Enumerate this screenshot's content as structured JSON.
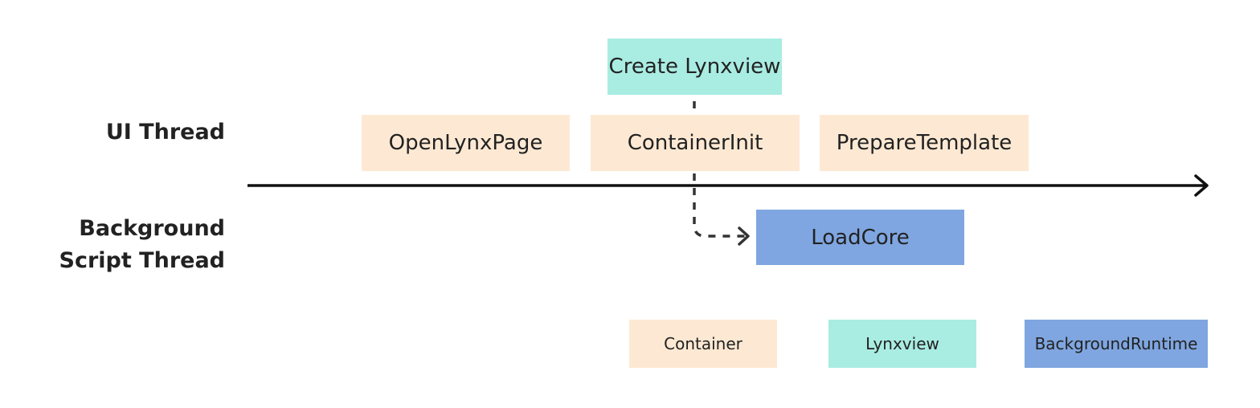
{
  "threads": {
    "ui": "UI Thread",
    "background_line1": "Background",
    "background_line2": "Script Thread"
  },
  "nodes": {
    "create_lynxview": "Create Lynxview",
    "open_lynx_page": "OpenLynxPage",
    "container_init": "ContainerInit",
    "prepare_template": "PrepareTemplate",
    "load_core": "LoadCore"
  },
  "legend": {
    "container": "Container",
    "lynxview": "Lynxview",
    "background_runtime": "BackgroundRuntime"
  },
  "colors": {
    "container": "#fde9d3",
    "lynxview": "#a9ece2",
    "background_runtime": "#7fa6e0",
    "axis": "#111111"
  }
}
